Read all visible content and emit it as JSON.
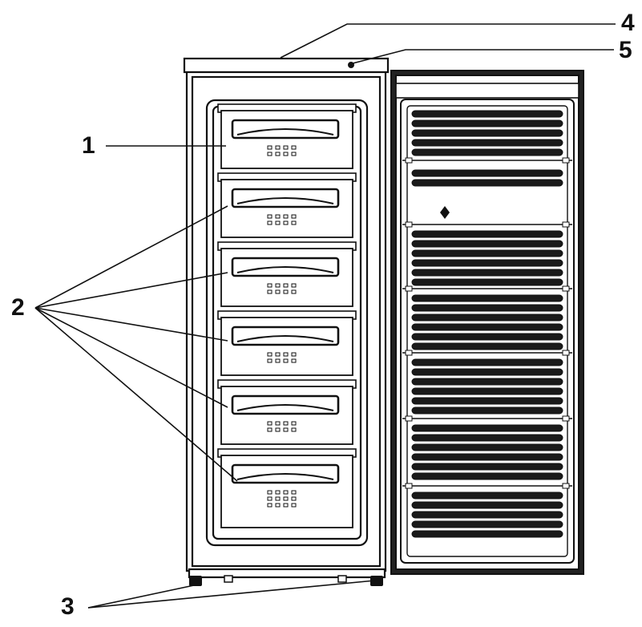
{
  "callouts": [
    {
      "id": "1",
      "text": "1"
    },
    {
      "id": "2",
      "text": "2"
    },
    {
      "id": "3",
      "text": "3"
    },
    {
      "id": "4",
      "text": "4"
    },
    {
      "id": "5",
      "text": "5"
    }
  ],
  "drawers": {
    "count": 6
  },
  "shelves": {
    "groups": 7
  },
  "colors": {
    "line": "#111111",
    "fill": "#ffffff",
    "shelf_bar": "#1a1a1a"
  }
}
